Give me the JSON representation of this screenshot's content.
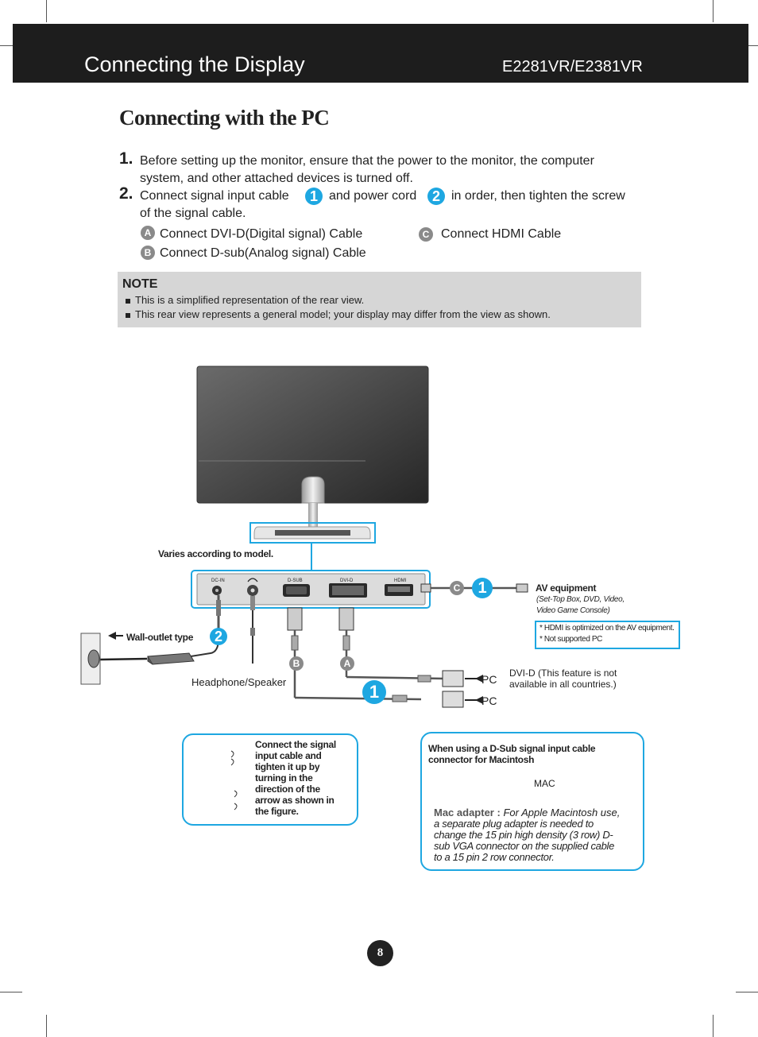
{
  "header": {
    "title": "Connecting the Display",
    "model": "E2281VR/E2381VR"
  },
  "section_title": "Connecting with the PC",
  "steps": [
    {
      "number": "1.",
      "line1": "Before setting up the monitor, ensure that the power to the monitor, the computer",
      "line2": "system, and other attached devices is turned off."
    },
    {
      "number": "2.",
      "part_a": "Connect signal input cable",
      "badge1": "1",
      "part_b": "and power cord",
      "badge2": "2",
      "part_c": "in order, then tighten the screw",
      "line2": "of the signal cable."
    }
  ],
  "options": [
    {
      "badge": "A",
      "text": "Connect DVI-D(Digital signal) Cable"
    },
    {
      "badge": "B",
      "text": "Connect D-sub(Analog signal) Cable"
    },
    {
      "badge": "C",
      "text": "Connect HDMI Cable"
    }
  ],
  "note": {
    "title": "NOTE",
    "items": [
      "This is a simplified representation of the rear view.",
      "This rear view represents a general model; your display may differ from the view as shown."
    ]
  },
  "diagram": {
    "varies": "Varies according to model.",
    "ports": [
      "DC-IN",
      "D-SUB",
      "DVI-D",
      "HDMI"
    ],
    "wall_outlet": "Wall-outlet type",
    "headphone": "Headphone/Speaker",
    "pc_label_1": "PC",
    "pc_label_2": "PC",
    "dvi_note_1": "DVI-D (This feature is not",
    "dvi_note_2": "available in all countries.)",
    "av_title": "AV equipment",
    "av_sub_1": "(Set-Top Box, DVD, Video,",
    "av_sub_2": "Video Game Console)",
    "hdmi_note_1": "* HDMI is optimized on the AV equipment.",
    "hdmi_note_2": "* Not supported PC",
    "badge_1": "1",
    "badge_2": "2",
    "badge_a": "A",
    "badge_b": "B",
    "badge_c": "C"
  },
  "screw_box": {
    "lines": [
      "Connect the signal",
      "input cable and",
      "tighten it up by",
      "turning in the",
      "direction of the",
      "arrow as shown in",
      "the figure."
    ]
  },
  "mac_box": {
    "title_1": "When using a D-Sub signal input cable",
    "title_2": "connector for Macintosh",
    "mac_label": "MAC",
    "adapter_title": "Mac adapter :",
    "adapter_1": "For Apple Macintosh use,",
    "adapter_2": "a  separate plug adapter is needed to",
    "adapter_3": "change the 15 pin high density (3 row) D-",
    "adapter_4": "sub VGA connector on the supplied cable",
    "adapter_5": "to a 15 pin  2 row connector."
  },
  "page_number": "8",
  "colors": {
    "accent_blue": "#1ea7e1",
    "header_bg": "#1d1d1d",
    "note_bg": "#d6d6d6"
  }
}
